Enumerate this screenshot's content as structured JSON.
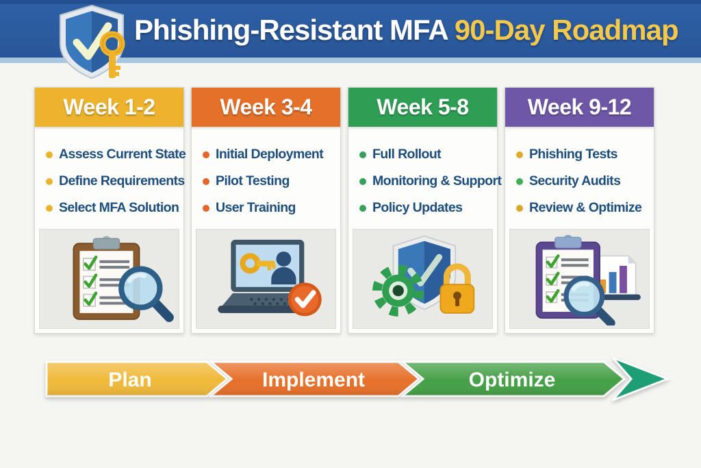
{
  "header": {
    "title_main": "Phishing-Resistant MFA ",
    "title_accent": "90-Day Roadmap",
    "logo_icon": "shield-check-key-icon",
    "bg_color": "#2b5a9c",
    "accent_color": "#f2c94c"
  },
  "columns": [
    {
      "header": "Week 1-2",
      "color": "#eeb32c",
      "icon": "clipboard-checklist-magnifier-illustration",
      "items": [
        {
          "label": "Assess Current State",
          "bullet_color": "#e9b42c"
        },
        {
          "label": "Define Requirements",
          "bullet_color": "#e9b42c"
        },
        {
          "label": "Select MFA Solution",
          "bullet_color": "#e9b42c"
        }
      ]
    },
    {
      "header": "Week 3-4",
      "color": "#e4702a",
      "icon": "laptop-key-user-check-illustration",
      "items": [
        {
          "label": "Initial Deployment",
          "bullet_color": "#e4662a"
        },
        {
          "label": "Pilot Testing",
          "bullet_color": "#e4662a"
        },
        {
          "label": "User Training",
          "bullet_color": "#e4662a"
        }
      ]
    },
    {
      "header": "Week 5-8",
      "color": "#2f9e55",
      "icon": "shield-gear-padlock-illustration",
      "items": [
        {
          "label": "Full Rollout",
          "bullet_color": "#35a258"
        },
        {
          "label": "Monitoring & Support",
          "bullet_color": "#35a258"
        },
        {
          "label": "Policy Updates",
          "bullet_color": "#35a258"
        }
      ]
    },
    {
      "header": "Week 9-12",
      "color": "#6f57a8",
      "icon": "checklist-chart-magnifier-illustration",
      "items": [
        {
          "label": "Phishing Tests",
          "bullet_color": "#e0a92e"
        },
        {
          "label": "Security Audits",
          "bullet_color": "#3fae55"
        },
        {
          "label": "Review & Optimize",
          "bullet_color": "#d9a62c"
        }
      ]
    }
  ],
  "process_arrow": {
    "segments": [
      {
        "label": "Plan",
        "color": "#f0b93a"
      },
      {
        "label": "Implement",
        "color": "#e7702a"
      },
      {
        "label": "Optimize",
        "color": "#45a046"
      }
    ],
    "arrowhead_color": "#1e9e74",
    "text_color": "#1d4e7e",
    "navy_text": "#1d4e7e"
  }
}
